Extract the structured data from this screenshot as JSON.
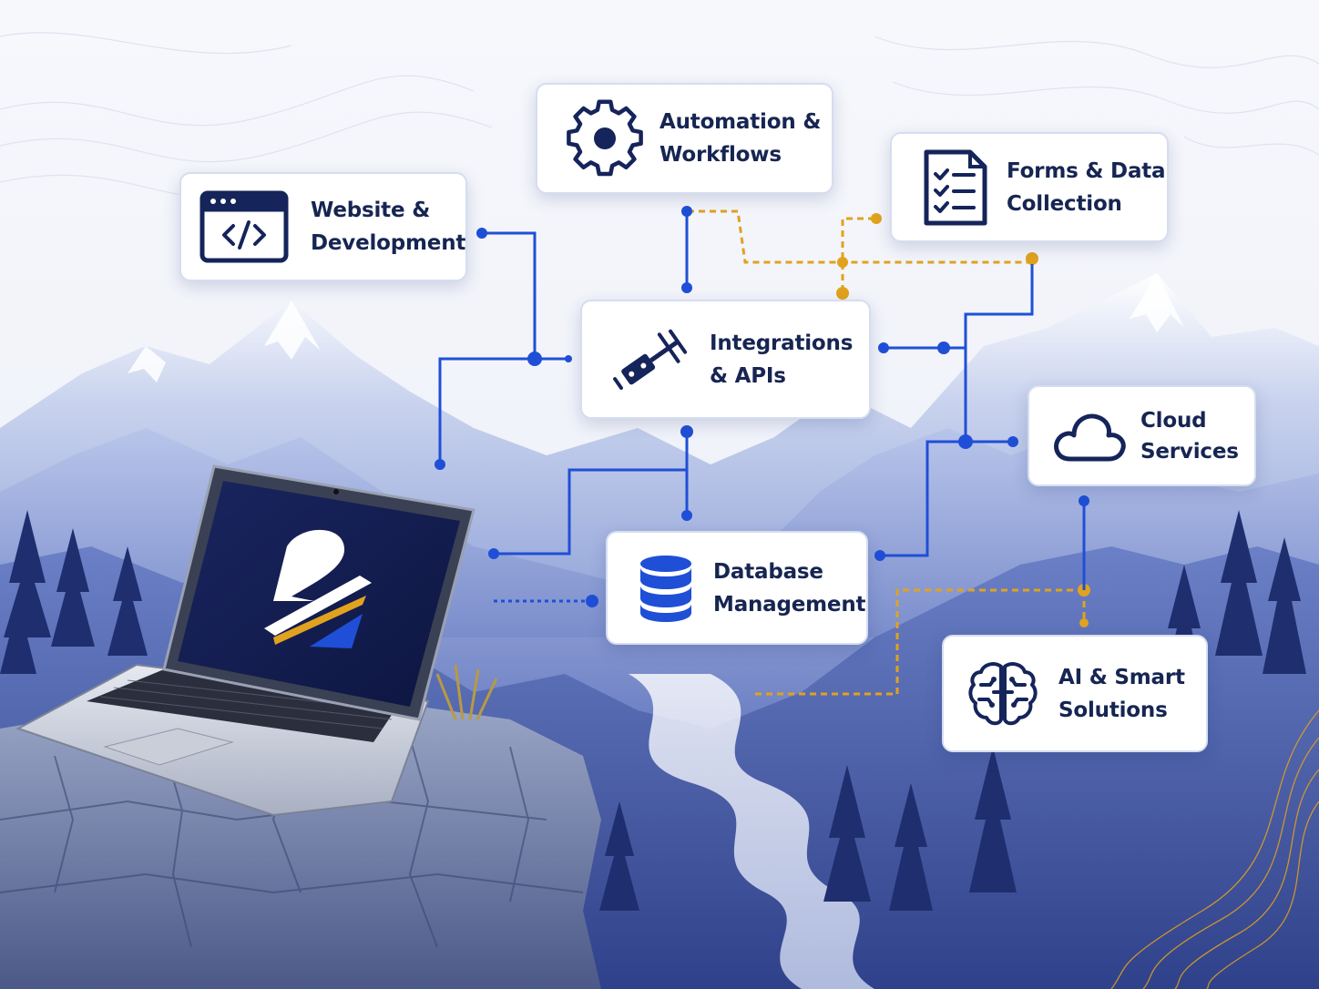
{
  "colors": {
    "navy": "#15245a",
    "blue": "#1f4fd6",
    "gold": "#e1a21f",
    "card_border": "#d6ddf0",
    "sky": "#f1f4fb",
    "mountain": "#6f82c4"
  },
  "laptop": {
    "logo_glyph": "2"
  },
  "nodes": {
    "website": {
      "icon": "browser-code-icon",
      "line1": "Website &",
      "line2": "Development"
    },
    "automation": {
      "icon": "gear-icon",
      "line1": "Automation &",
      "line2": "Workflows"
    },
    "forms": {
      "icon": "checklist-icon",
      "line1": "Forms & Data",
      "line2": "Collection"
    },
    "integrations": {
      "icon": "plug-connector-icon",
      "line1": "Integrations",
      "line2": "& APIs"
    },
    "cloud": {
      "icon": "cloud-icon",
      "line1": "Cloud",
      "line2": "Services"
    },
    "database": {
      "icon": "database-icon",
      "line1": "Database",
      "line2": "Management"
    },
    "ai": {
      "icon": "brain-icon",
      "line1": "AI & Smart",
      "line2": "Solutions"
    }
  }
}
